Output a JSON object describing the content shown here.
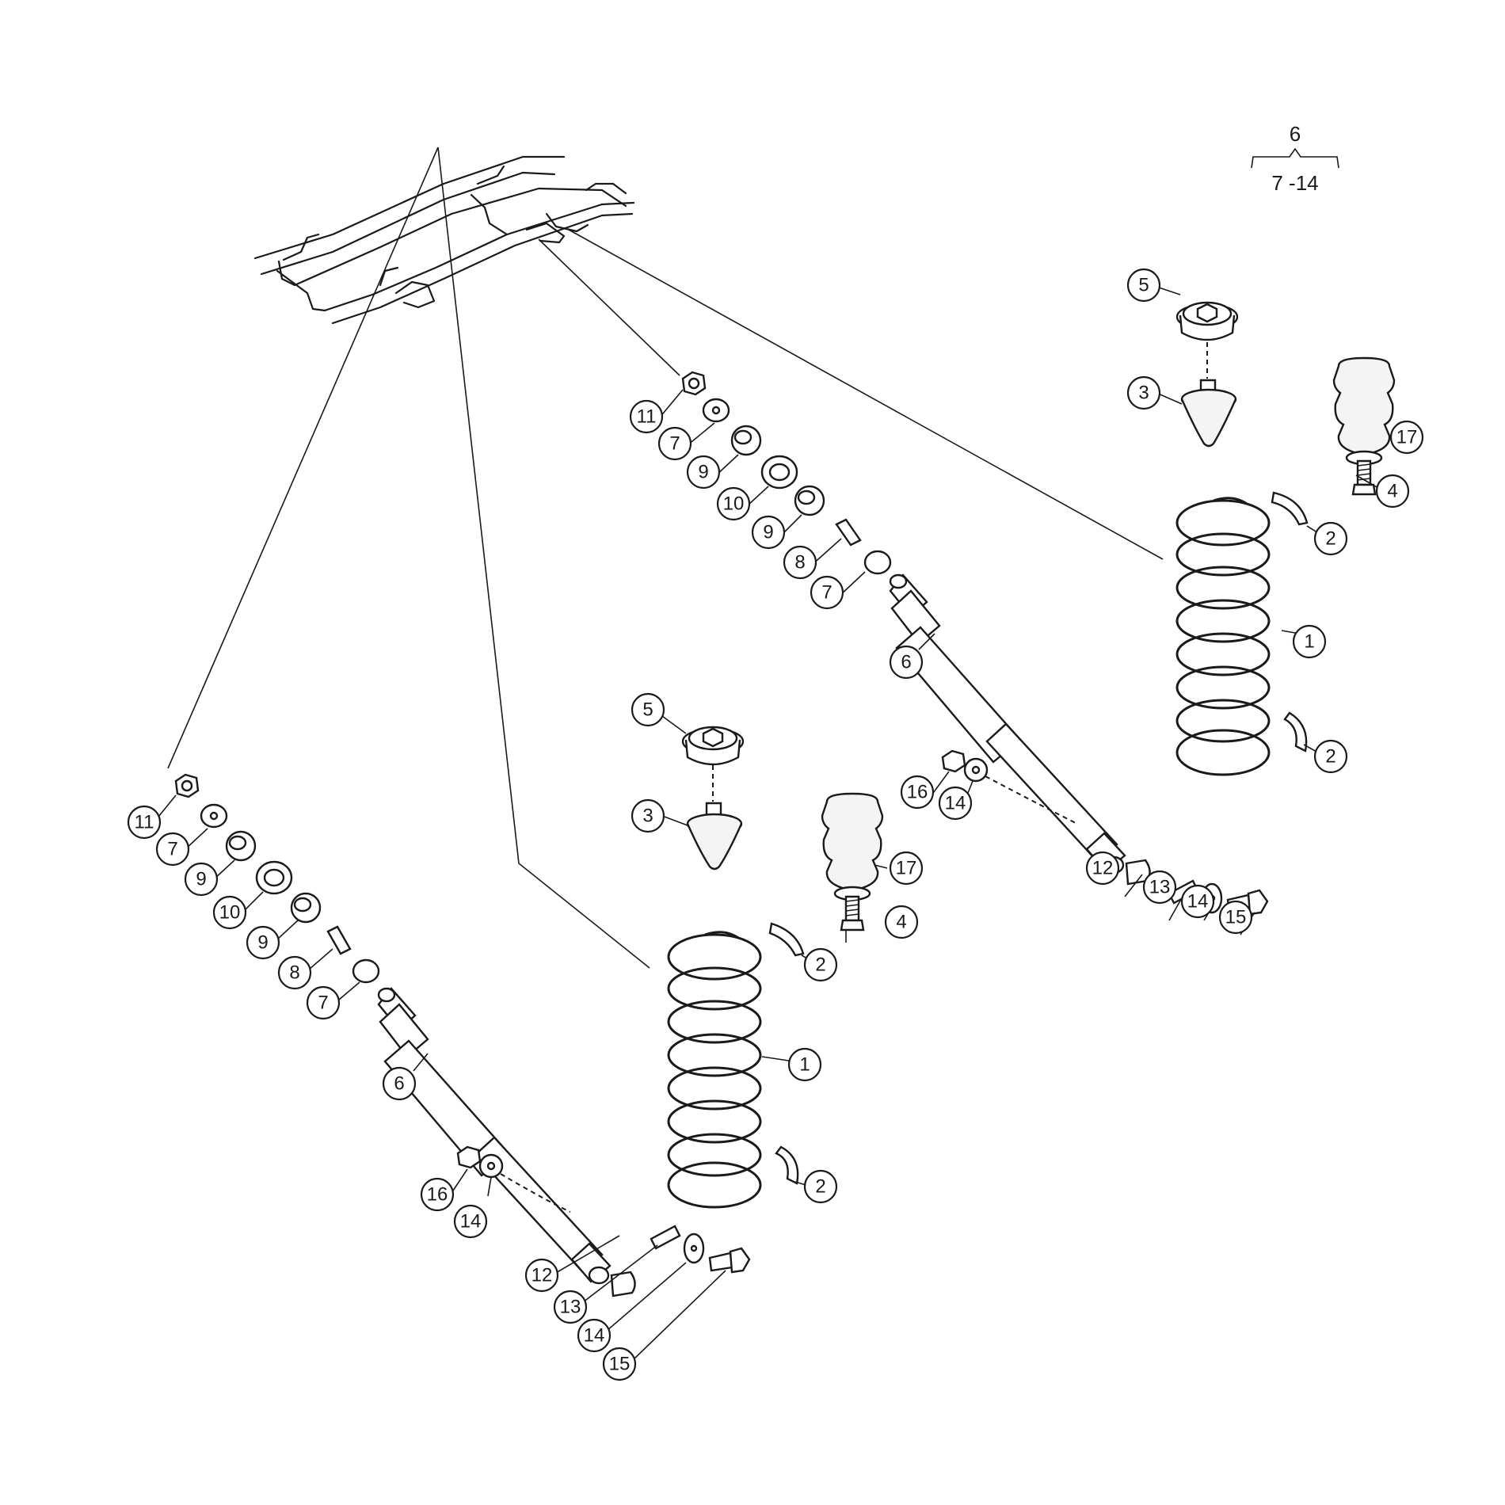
{
  "diagram": {
    "type": "exploded-parts-diagram",
    "group_key": {
      "parent": "6",
      "children": "7 -14"
    },
    "callouts": [
      "1",
      "2",
      "2",
      "3",
      "4",
      "5",
      "6",
      "7",
      "7",
      "8",
      "9",
      "9",
      "10",
      "11",
      "12",
      "13",
      "14",
      "14",
      "15",
      "16",
      "17",
      "1",
      "2",
      "2",
      "3",
      "4",
      "5",
      "6",
      "7",
      "7",
      "8",
      "9",
      "9",
      "10",
      "11",
      "12",
      "13",
      "14",
      "14",
      "15",
      "16",
      "17"
    ]
  }
}
